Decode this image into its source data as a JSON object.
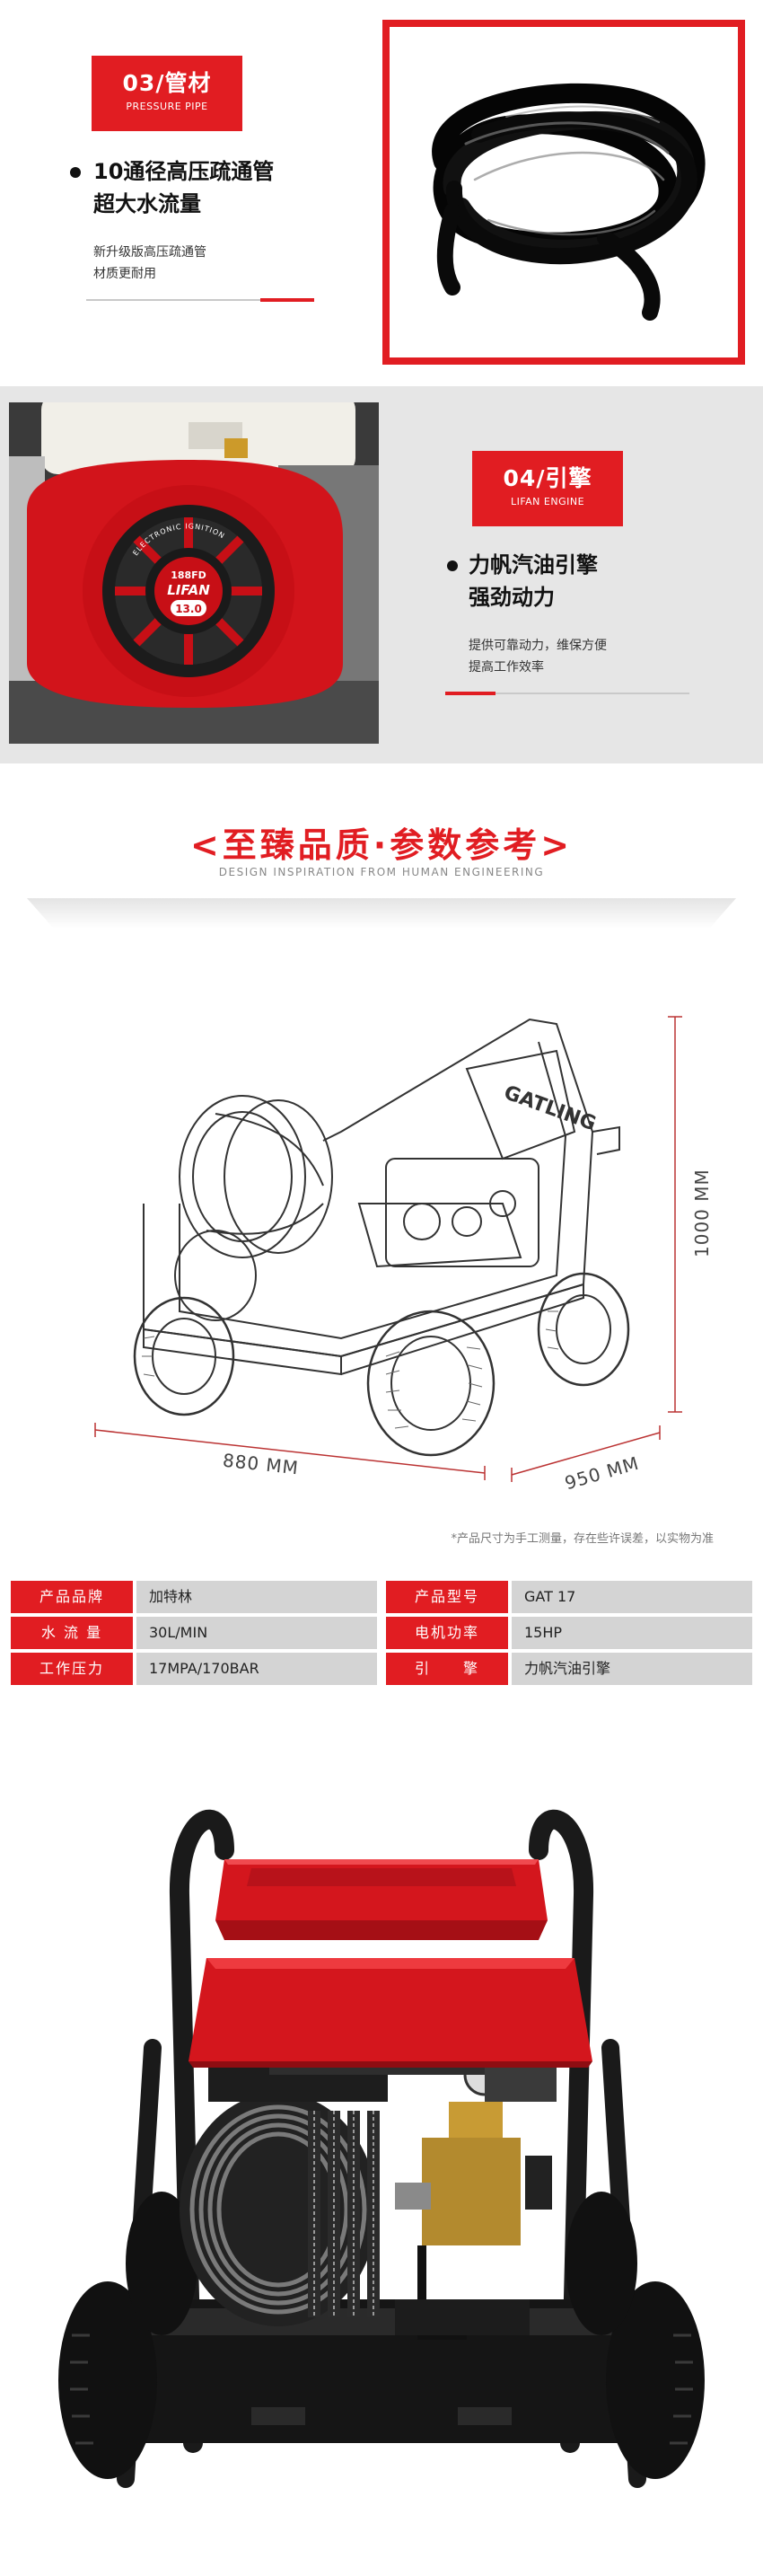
{
  "pipe_section": {
    "tag_title": "03/管材",
    "tag_subtitle": "PRESSURE PIPE",
    "headline_line1": "10通径高压疏通管",
    "headline_line2": "超大水流量",
    "desc_line1": "新升级版高压疏通管",
    "desc_line2": "材质更耐用",
    "accent_color": "#e11d22"
  },
  "engine_section": {
    "tag_title": "04/引擎",
    "tag_subtitle": "LIFAN ENGINE",
    "headline_line1": "力帆汽油引擎",
    "headline_line2": "强劲动力",
    "desc_line1": "提供可靠动力，维保方便",
    "desc_line2": "提高工作效率",
    "photo_label_model": "188FD",
    "photo_label_brand": "LIFAN",
    "photo_label_cc": "13.0",
    "photo_label_ring": "ELECTRONIC IGNITION"
  },
  "heading": {
    "title": "<至臻品质·参数参考>",
    "subtitle": "DESIGN INSPIRATION FROM HUMAN ENGINEERING"
  },
  "dimensions": {
    "length": "880 MM",
    "width": "950 MM",
    "height": "1000 MM",
    "brand_on_frame": "GATLING",
    "note": "*产品尺寸为手工测量，存在些许误差，以实物为准"
  },
  "specs": {
    "rows": [
      {
        "label_left": "产品品牌",
        "value_left": "加特林",
        "label_right": "产品型号",
        "value_right": "GAT 17"
      },
      {
        "label_left": "水 流 量",
        "value_left": "30L/MIN",
        "label_right": "电机功率",
        "value_right": "15HP"
      },
      {
        "label_left": "工作压力",
        "value_left": "17MPA/170BAR",
        "label_right": "引　　擎",
        "value_right": "力帆汽油引擎"
      }
    ]
  }
}
